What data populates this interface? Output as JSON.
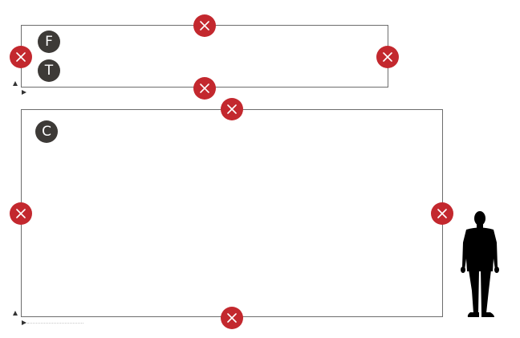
{
  "badges": {
    "f": "F",
    "t": "T",
    "c": "C"
  },
  "colors": {
    "remove_button": "#c3282e",
    "badge": "#3d3a37",
    "frame": "#6d6d6d",
    "silhouette": "#000000"
  },
  "icons": {
    "remove": "close-icon",
    "scale_figure": "person-silhouette-icon",
    "axis_up": "arrow-up-icon",
    "axis_right": "arrow-right-icon"
  }
}
